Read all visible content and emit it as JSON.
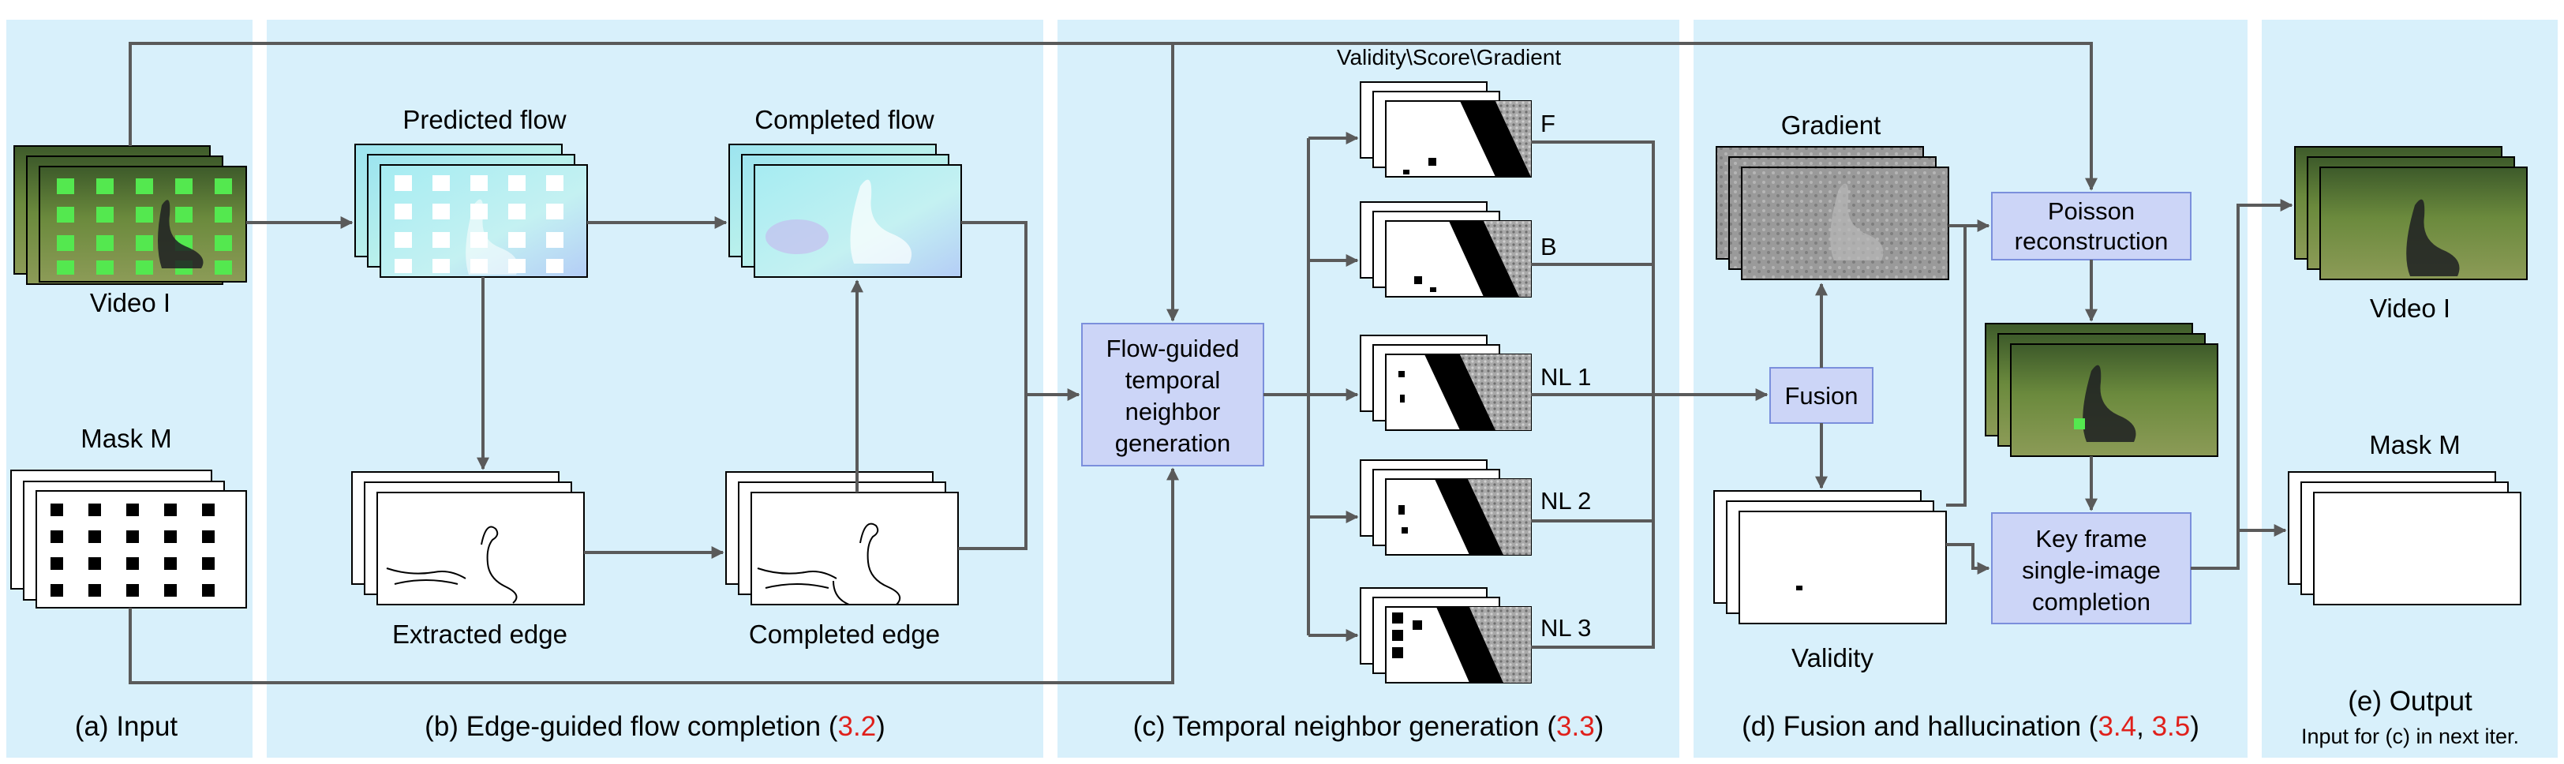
{
  "panels": {
    "input": {
      "caption": "(a) Input"
    },
    "flow": {
      "caption_prefix": "(b) Edge-guided flow completion (",
      "ref": "3.2",
      "caption_suffix": ")"
    },
    "temporal": {
      "caption_prefix": "(c) Temporal neighbor generation (",
      "ref": "3.3",
      "caption_suffix": ")"
    },
    "fusion": {
      "caption_prefix": "(d) Fusion and hallucination (",
      "ref1": "3.4",
      "sep": ", ",
      "ref2": "3.5",
      "caption_suffix": ")"
    },
    "output": {
      "caption": "(e) Output",
      "subcaption": "Input for (c) in next iter."
    }
  },
  "labels": {
    "video_in": "Video I",
    "mask_in": "Mask M",
    "predicted_flow": "Predicted flow",
    "completed_flow": "Completed flow",
    "extracted_edge": "Extracted edge",
    "completed_edge": "Completed edge",
    "stack_header": "Validity\\Score\\Gradient",
    "gradient": "Gradient",
    "validity": "Validity",
    "video_out": "Video I",
    "mask_out": "Mask M"
  },
  "neighbors": [
    "F",
    "B",
    "NL 1",
    "NL 2",
    "NL 3"
  ],
  "boxes": {
    "neighbor_gen": [
      "Flow-guided",
      "temporal",
      "neighbor",
      "generation"
    ],
    "fusion": [
      "Fusion"
    ],
    "poisson": [
      "Poisson",
      "reconstruction"
    ],
    "keyframe": [
      "Key frame",
      "single-image",
      "completion"
    ]
  },
  "colors": {
    "panel_bg": "#d8f0fb",
    "box_fill": "#ccd5f7",
    "box_stroke": "#7b8fdc",
    "ref_red": "#e0201b",
    "arrow": "#5a5a5a"
  }
}
